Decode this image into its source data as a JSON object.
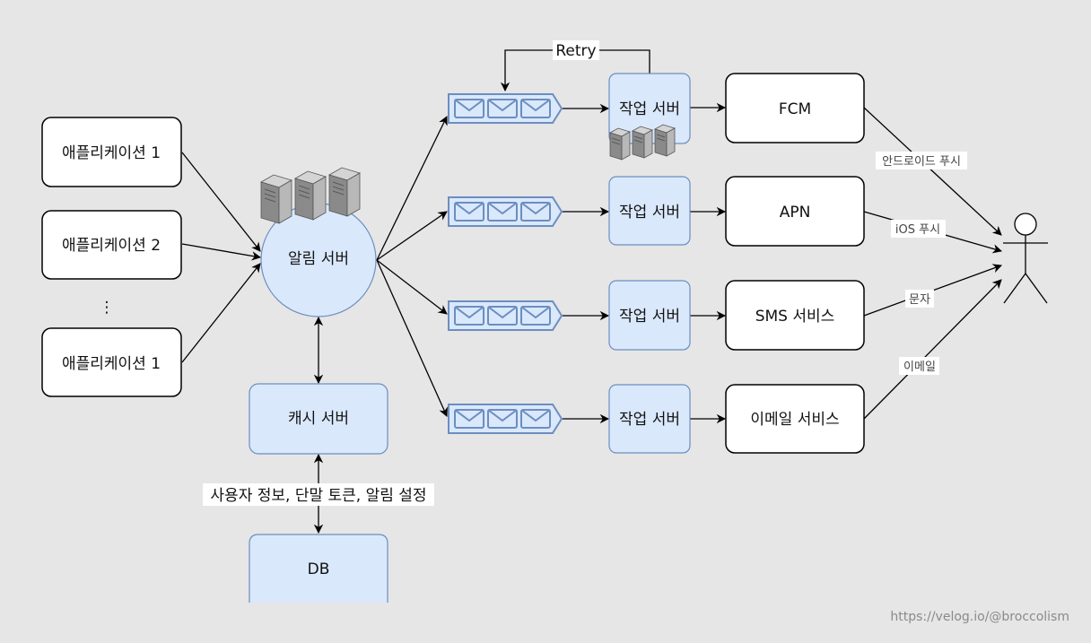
{
  "apps": [
    "애플리케이션 1",
    "애플리케이션 2",
    "애플리케이션 1"
  ],
  "ellipsis": "⋮",
  "notification_server": "알림 서버",
  "cache_server": "캐시 서버",
  "db_link_label": "사용자 정보, 단말 토큰, 알림 설정",
  "db": "DB",
  "retry_label": "Retry",
  "workers": [
    "작업 서버",
    "작업 서버",
    "작업 서버",
    "작업 서버"
  ],
  "services": [
    "FCM",
    "APN",
    "SMS 서비스",
    "이메일 서비스"
  ],
  "edge_labels": [
    "안드로이드 푸시",
    "iOS 푸시",
    "문자",
    "이메일"
  ],
  "watermark": "https://velog.io/@broccolism",
  "icons": {
    "queue": "message-queue-icon",
    "server_rack": "server-rack-icon",
    "user": "user-stick-figure-icon"
  },
  "colors": {
    "background": "#e6e6e6",
    "blue_fill": "#dae8fc",
    "blue_stroke": "#6c8ebf"
  }
}
